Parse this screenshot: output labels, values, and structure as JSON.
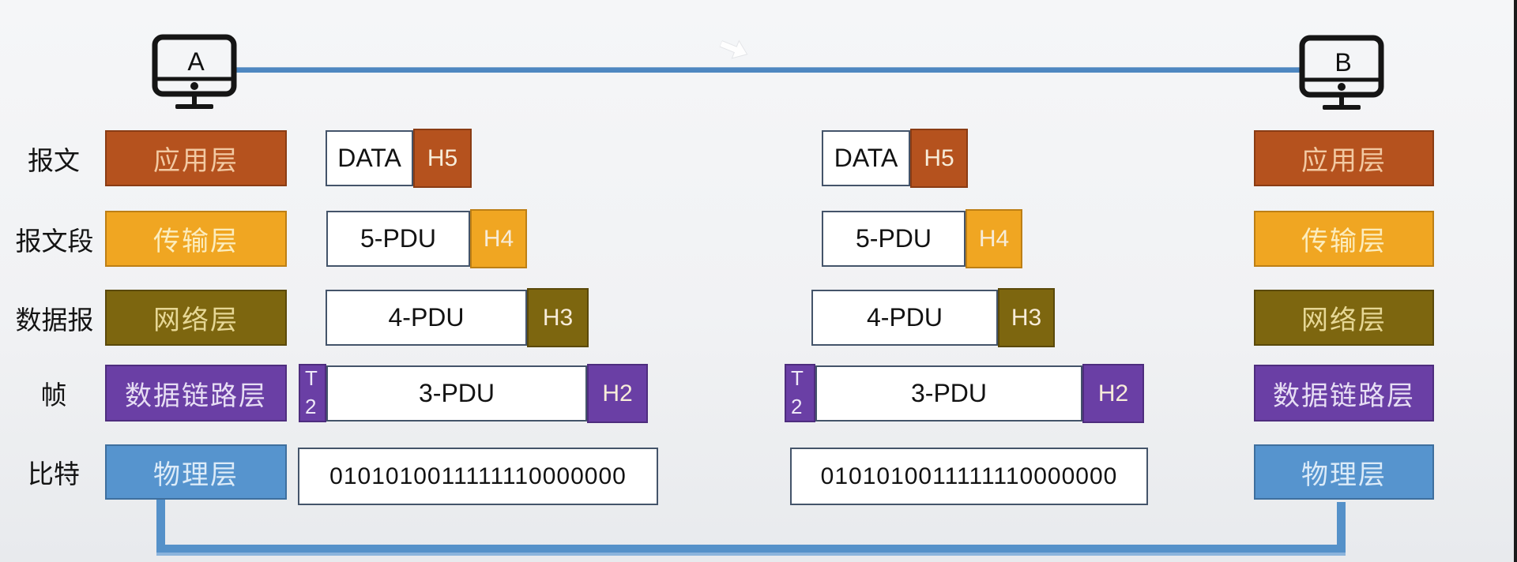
{
  "colors": {
    "application": "#b5521e",
    "application-border": "#8a3c14",
    "application-text": "#f2c9a2",
    "transport": "#f0a622",
    "transport-border": "#bd7f15",
    "transport-text": "#fcedbe",
    "network": "#7d660f",
    "network-border": "#5a490a",
    "network-text": "#e6d795",
    "datalink": "#6a3fa5",
    "datalink-border": "#4e2d7e",
    "datalink-text": "#e7def4",
    "physical": "#5694ce",
    "physical-border": "#3e6f9e",
    "physical-text": "#dcebf8",
    "header-text": "#f7ecd9",
    "link-line": "#4e87c1",
    "connector": "#5591c9",
    "box-border": "#44546a"
  },
  "computers": {
    "a_label": "A",
    "b_label": "B"
  },
  "unit_labels": [
    "报文",
    "报文段",
    "数据报",
    "帧",
    "比特"
  ],
  "layers": [
    "应用层",
    "传输层",
    "网络层",
    "数据链路层",
    "物理层"
  ],
  "pdu_stack": {
    "row1": {
      "data": "DATA",
      "header": "H5"
    },
    "row2": {
      "data": "5-PDU",
      "header": "H4"
    },
    "row3": {
      "data": "4-PDU",
      "header": "H3"
    },
    "row4": {
      "trailer_top": "T",
      "trailer_bottom": "2",
      "data": "3-PDU",
      "header": "H2"
    },
    "row5": {
      "bits": "0101010011111110000000"
    }
  }
}
